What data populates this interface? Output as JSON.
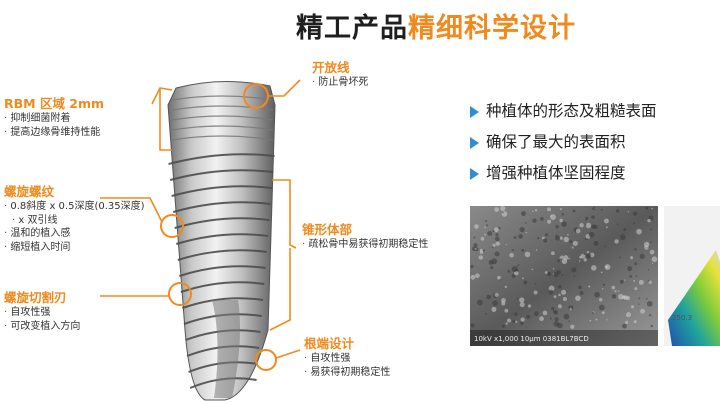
{
  "title": {
    "part1": "精工产品",
    "part2": "精细科学设计"
  },
  "left_labels": [
    {
      "head": "RBM 区域 2mm",
      "items": [
        "抑制细菌附着",
        "提高边缘骨维持性能"
      ]
    },
    {
      "head": "螺旋螺纹",
      "items": [
        "0.8斜度 x 0.5深度(0.35深度)",
        "x 双引线",
        "温和的植入感",
        "缩短植入时间"
      ]
    },
    {
      "head": "螺旋切割刃",
      "items": [
        "自攻性强",
        "可改变植入方向"
      ]
    }
  ],
  "right_labels": [
    {
      "head": "开放线",
      "items": [
        "防止骨坏死"
      ]
    },
    {
      "head": "锥形体部",
      "items": [
        "疏松骨中易获得初期稳定性"
      ]
    },
    {
      "head": "根端设计",
      "items": [
        "自攻性强",
        "易获得初期稳定性"
      ]
    }
  ],
  "bullets": [
    "种植体的形态及粗糙表面",
    "确保了最大的表面积",
    "增强种植体坚固程度"
  ],
  "sem_caption": "10kV  x1,000  10μm  0381BL7BCD",
  "side_caption": "250.3",
  "colors": {
    "accent": "#f08a1e",
    "bullet": "#2e8fd3"
  }
}
